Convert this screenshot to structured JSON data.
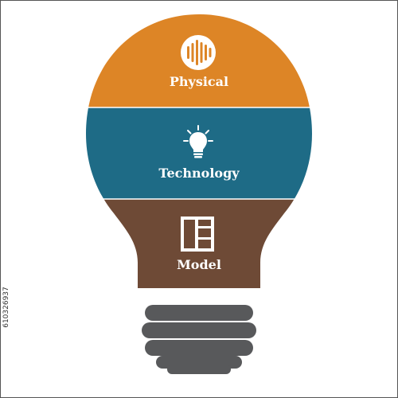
{
  "layers": [
    {
      "label": "Physical",
      "icon": "waveform-icon",
      "color": "#DD8526"
    },
    {
      "label": "Technology",
      "icon": "lightbulb-icon",
      "color": "#1E6B86"
    },
    {
      "label": "Model",
      "icon": "layout-blocks-icon",
      "color": "#6E4A36"
    }
  ],
  "base": {
    "color": "#58595B"
  },
  "stock_id": "610326937"
}
